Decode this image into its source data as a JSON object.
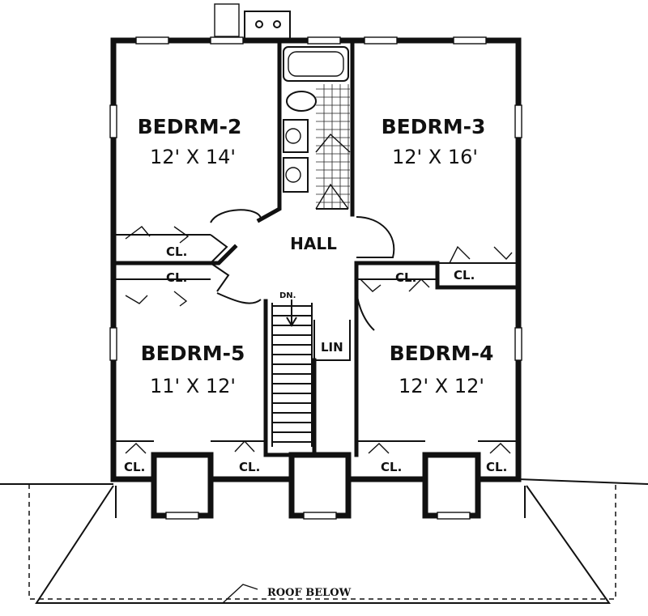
{
  "rooms": {
    "bedrm2": {
      "name": "BEDRM-2",
      "size": "12' X 14'"
    },
    "bedrm3": {
      "name": "BEDRM-3",
      "size": "12' X 16'"
    },
    "bedrm4": {
      "name": "BEDRM-4",
      "size": "12' X 12'"
    },
    "bedrm5": {
      "name": "BEDRM-5",
      "size": "11' X 12'"
    },
    "hall": {
      "name": "HALL"
    },
    "linen": {
      "name": "LIN"
    }
  },
  "closet_label": "CL.",
  "stair_label": "DN.",
  "roof_label": "ROOF BELOW"
}
